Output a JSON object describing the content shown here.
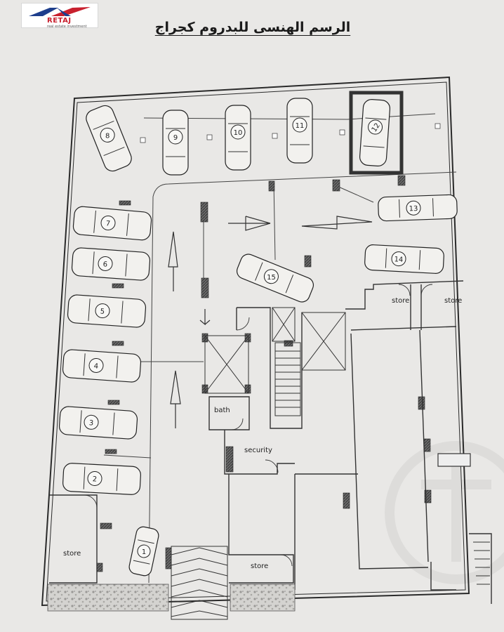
{
  "logo": {
    "text": "RETAJ",
    "sub": "real estate investment",
    "brand_color": "#c8202e",
    "accent_color": "#1e3e8c"
  },
  "title": "الرسم الهنسى للبدروم كجراج",
  "rooms": {
    "store_top_left": "store",
    "store_top_right": "store",
    "bath": "bath",
    "security": "security",
    "store_bottom_left": "store",
    "store_bottom_mid": "store"
  },
  "parking_spots": [
    "1",
    "2",
    "3",
    "4",
    "5",
    "6",
    "7",
    "8",
    "9",
    "10",
    "11",
    "12",
    "13",
    "14",
    "15"
  ],
  "highlighted_spot": "12"
}
